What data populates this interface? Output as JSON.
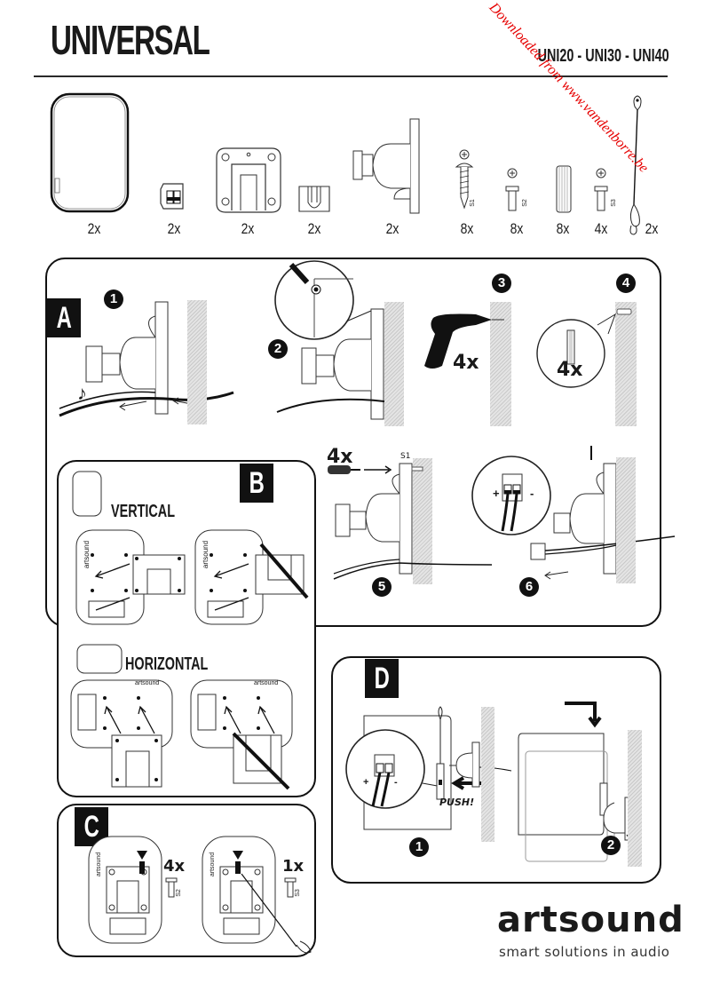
{
  "header": {
    "title": "UNIVERSAL",
    "models": "UNI20 - UNI30 - UNI40"
  },
  "watermark": "Downloaded from www.vandenborre.be",
  "parts": [
    {
      "name": "speaker",
      "qty": "2x"
    },
    {
      "name": "terminal-connector",
      "qty": "2x"
    },
    {
      "name": "mounting-plate",
      "qty": "2x"
    },
    {
      "name": "clip",
      "qty": "2x"
    },
    {
      "name": "wall-bracket",
      "qty": "2x"
    },
    {
      "name": "screw-s1",
      "qty": "8x",
      "label": "S1"
    },
    {
      "name": "screw-s2",
      "qty": "8x",
      "label": "S2"
    },
    {
      "name": "wall-plug",
      "qty": "8x"
    },
    {
      "name": "screw-s3",
      "qty": "4x",
      "label": "S3"
    },
    {
      "name": "safety-cable",
      "qty": "2x"
    }
  ],
  "sections": {
    "a": {
      "letter": "A",
      "steps": [
        "1",
        "2",
        "3",
        "4",
        "5",
        "6"
      ],
      "drill_qty": "4x",
      "plug_qty": "4x",
      "screw_qty": "4x",
      "screw_label": "S1",
      "plus": "+",
      "minus": "-"
    },
    "b": {
      "letter": "B",
      "vertical": "VERTICAL",
      "horizontal": "HORIZONTAL",
      "brand": "artsound"
    },
    "c": {
      "letter": "C",
      "qty_left": "4x",
      "label_left": "S2",
      "qty_right": "1x",
      "label_right": "S3",
      "brand": "artsound"
    },
    "d": {
      "letter": "D",
      "steps": [
        "1",
        "2"
      ],
      "push": "PUSH!",
      "plus": "+",
      "minus": "-"
    }
  },
  "footer": {
    "logo": "artsound",
    "tagline": "smart solutions in audio"
  }
}
